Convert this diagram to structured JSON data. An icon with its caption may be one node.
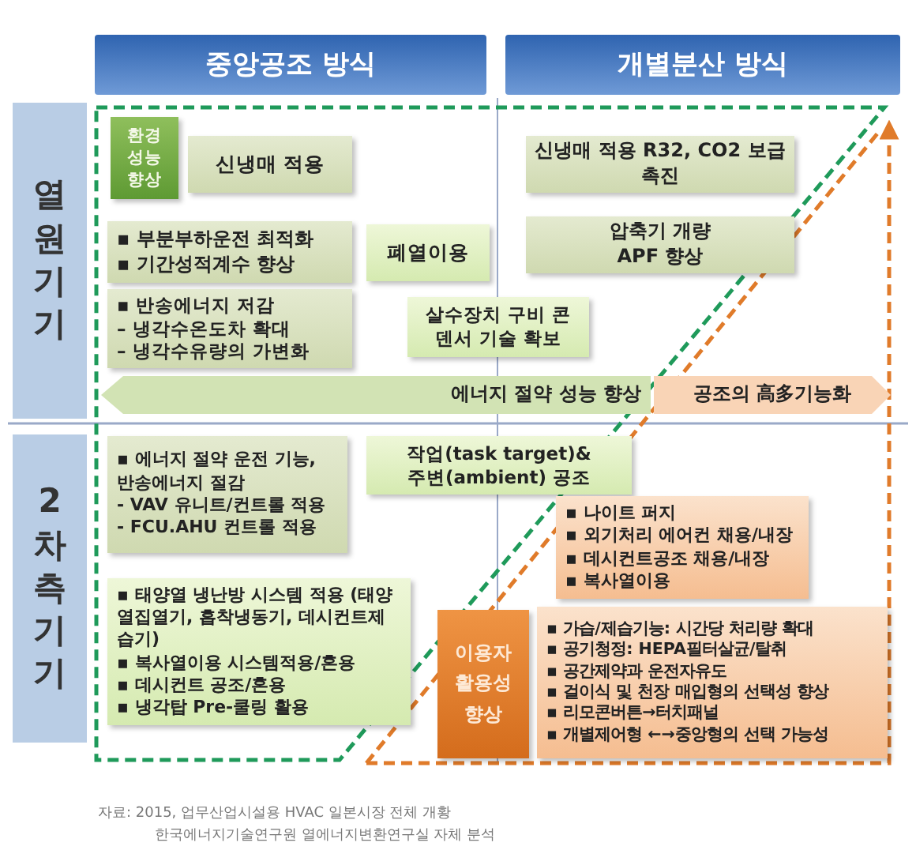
{
  "diagram": {
    "nodes": [
      {
        "text": [
          "중앙공조 방식"
        ]
      },
      {
        "text": [
          "개별분산 방식"
        ]
      },
      {
        "text": [
          "열원기기"
        ]
      },
      {
        "text": [
          "환경 성능 향상"
        ]
      },
      {
        "text": [
          "신냉매 적용"
        ]
      },
      {
        "text": [
          "신냉매 적용 R32, CO2 보급촉진"
        ]
      },
      {
        "text": [
          "▪ 부분부하운전 최적화",
          "▪ 기간성적계수 향상"
        ]
      },
      {
        "text": [
          "폐열이용"
        ]
      },
      {
        "text": [
          "압축기 개량 APF 향상"
        ]
      },
      {
        "text": [
          "▪ 반송에너지 저감",
          "– 냉각수온도차 확대",
          "– 냉각수유량의 가변화"
        ]
      },
      {
        "text": [
          "살수장치 구비 콘덴서 기술 확보"
        ]
      },
      {
        "text": [
          "에너지 절약 성능 향상"
        ]
      },
      {
        "text": [
          "공조의 高多기능화"
        ]
      },
      {
        "text": [
          "2차측기기"
        ]
      },
      {
        "text": [
          "▪ 에너지 절약 운전 기능, 반송에너지 절감",
          "-  VAV 유니트/컨트롤 적용",
          "-  FCU.AHU 컨트롤 적용"
        ]
      },
      {
        "text": [
          "작업(task target)& 주변(ambient) 공조"
        ]
      },
      {
        "text": [
          "▪ 나이트 퍼지",
          "▪ 외기처리 에어컨 채용/내장",
          "▪ 데시컨트공조 채용/내장",
          "▪ 복사열이용"
        ]
      },
      {
        "text": [
          "▪ 태양열 냉난방 시스템 적용 (태양열집열기, 흡착냉동기, 데시컨트제습기)",
          "▪ 복사열이용 시스템적용/혼용",
          "▪ 데시컨트 공조/혼용",
          "▪ 냉각탑 Pre-쿨링 활용"
        ]
      },
      {
        "text": [
          "이용자 활용성 향상"
        ]
      },
      {
        "text": [
          "▪ 가습/제습기능: 시간당 처리량 확대",
          "▪ 공기청정: HEPA필터살균/탈취",
          "▪ 공간제약과 운전자유도",
          "▪ 걸이식 및 천장 매입형의 선택성 향상",
          "▪ 리모콘버튼→터치패널",
          "▪ 개별제어형 ←→중앙형의 선택 가능성"
        ]
      }
    ],
    "labels": [
      "자료: 2015, 업무산업시설용 HVAC 일본시장 전체 개황",
      "한국에너지기술연구원 열에너지변환연구실 자체 분석"
    ]
  }
}
